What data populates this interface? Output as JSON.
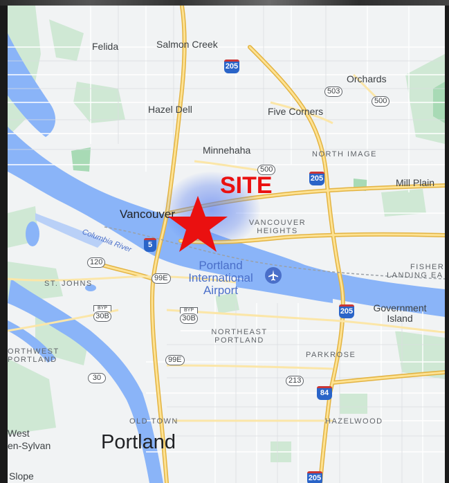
{
  "map": {
    "site_label": "SITE",
    "big_city": "Portland",
    "places": {
      "felida": "Felida",
      "salmon_creek": "Salmon Creek",
      "orchards": "Orchards",
      "hazel_dell": "Hazel Dell",
      "five_corners": "Five Corners",
      "minnehaha": "Minnehaha",
      "mill_plain": "Mill Plain",
      "vancouver": "Vancouver",
      "west_slope_1": "West",
      "west_slope_2": "en-Sylvan",
      "slope": "Slope"
    },
    "neighborhoods": {
      "north_image": "NORTH IMAGE",
      "vancouver_heights_1": "VANCOUVER",
      "vancouver_heights_2": "HEIGHTS",
      "st_johns": "ST. JOHNS",
      "fishers_landing_1": "FISHER'S",
      "fishers_landing_2": "LANDING EA",
      "northeast_portland_1": "NORTHEAST",
      "northeast_portland_2": "PORTLAND",
      "northwest_portland_1": "ORTHWEST",
      "northwest_portland_2": "PORTLAND",
      "parkrose": "PARKROSE",
      "old_town": "OLD TOWN",
      "hazelwood": "HAZELWOOD"
    },
    "water": {
      "columbia_river": "Columbia River"
    },
    "airport": {
      "line1": "Portland",
      "line2": "International",
      "line3": "Airport"
    },
    "government_island": {
      "line1": "Government",
      "line2": "Island"
    },
    "shields": {
      "i205_north": "205",
      "i205_mid": "205",
      "i205_south": "205",
      "i205_bottom": "205",
      "i5": "5",
      "i84": "84",
      "sr503": "503",
      "sr500_east": "500",
      "sr500": "500",
      "sr120": "120",
      "us99e_north": "99E",
      "us99e_south": "99E",
      "us30_byp_west": "30B",
      "us30_byp_east": "30B",
      "byp_label": "BYP",
      "us30": "30",
      "sr213": "213"
    },
    "colors": {
      "land": "#f1f3f4",
      "water": "#8ab4f8",
      "park": "#a8dab5",
      "highway": "#f6cb6b",
      "site_marker": "#ea1010",
      "site_glow": "#5078f0"
    }
  }
}
